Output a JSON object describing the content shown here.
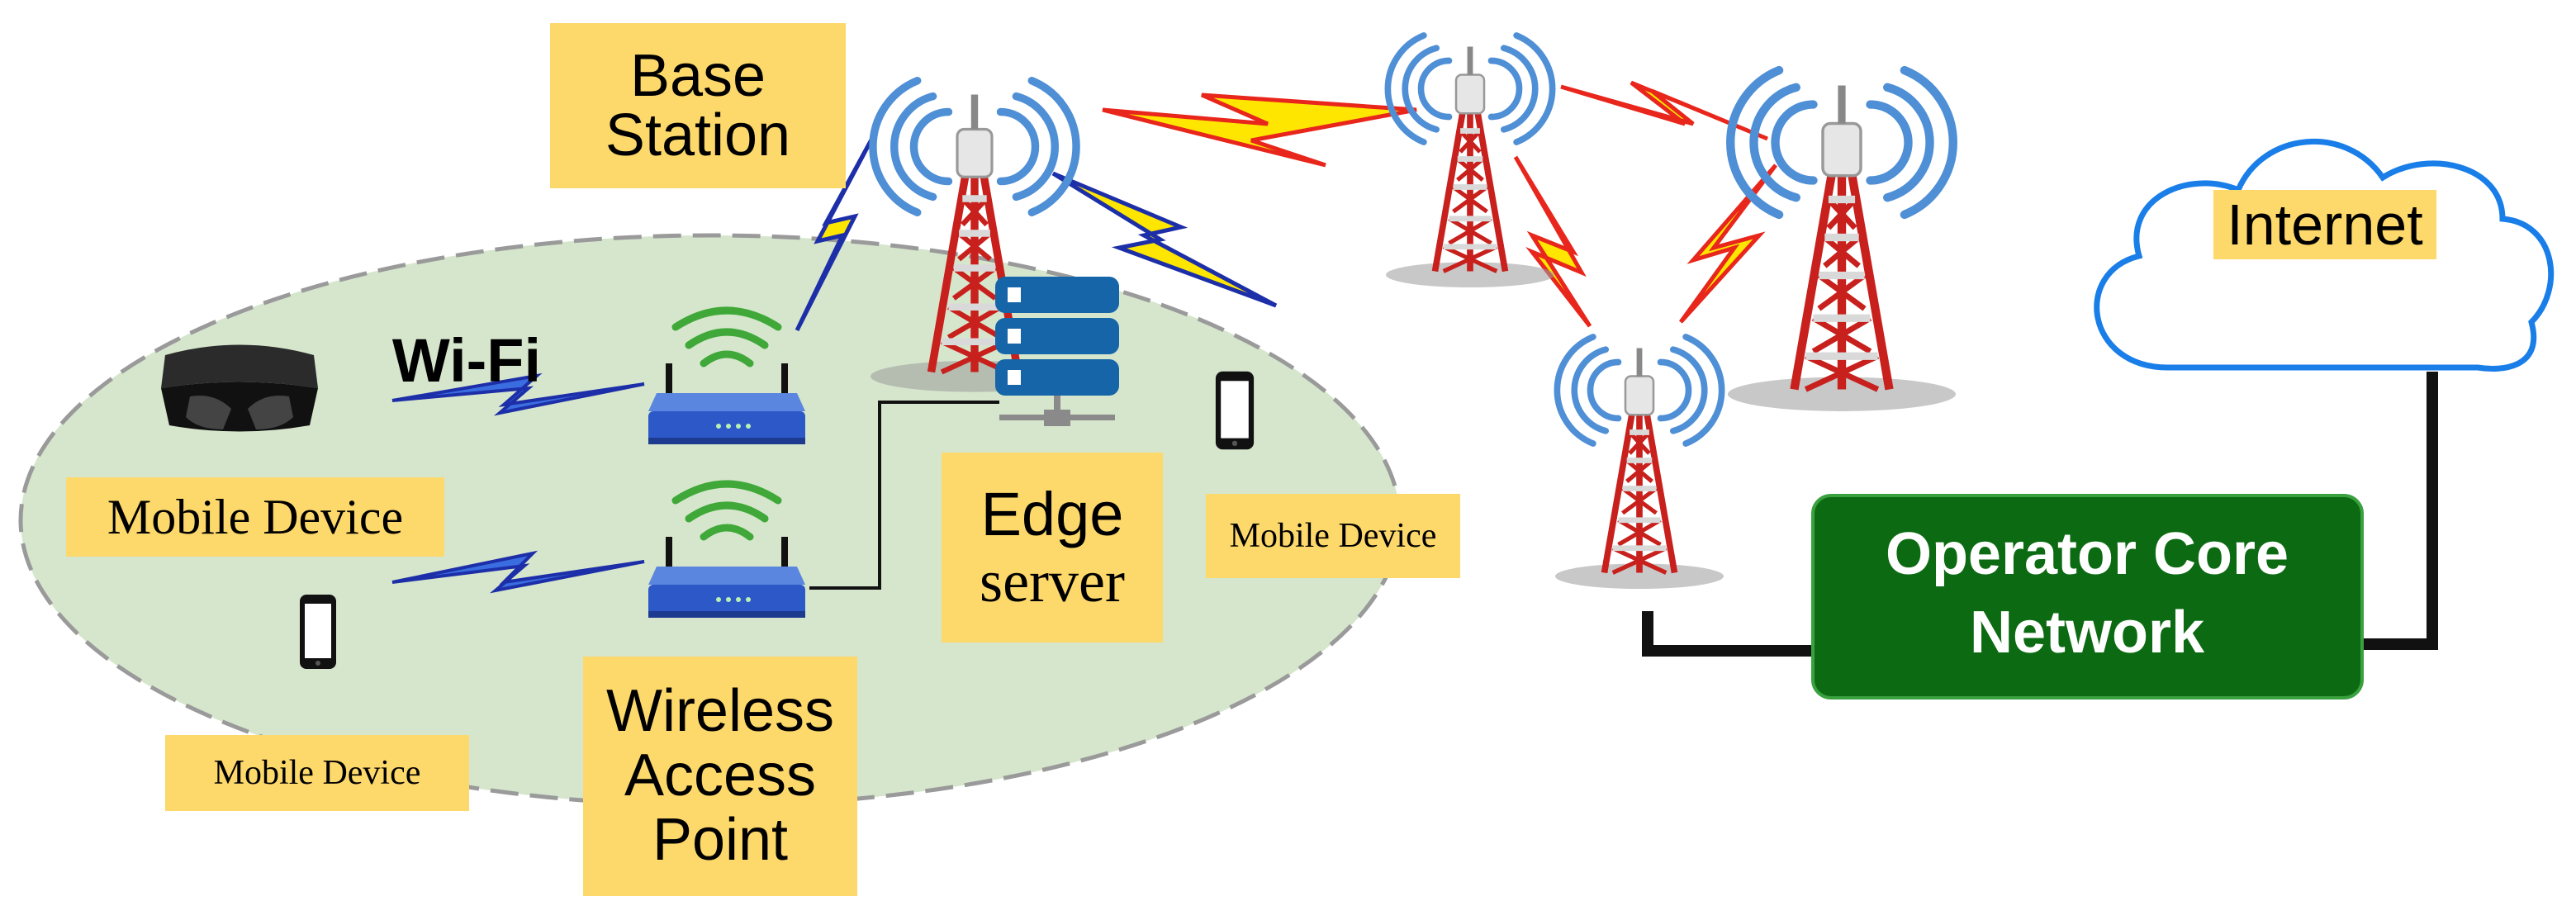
{
  "labels": {
    "base_station_1": "Base",
    "base_station_2": "Station",
    "wifi": "Wi-Fi",
    "mobile_device_left": "Mobile Device",
    "mobile_device_bottom": "Mobile Device",
    "mobile_device_right": "Mobile Device",
    "edge_1": "Edge",
    "edge_2": "server",
    "wap_1": "Wireless",
    "wap_2": "Access",
    "wap_3": "Point",
    "internet": "Internet",
    "core_1": "Operator Core",
    "core_2": "Network"
  },
  "colors": {
    "label_bg": "#fdd86a",
    "area_fill": "#d6e6cd",
    "core_green": "#0c6b12",
    "cloud_stroke": "#1a7ee8",
    "tower_red": "#c8201c",
    "bolt_yellow": "#ffe600",
    "bolt_red": "#e8261c",
    "bolt_blue": "#1d2fa8",
    "server_blue": "#1565a8",
    "router_blue": "#2c58c8",
    "signal_green": "#3fa838",
    "wave_blue": "#4f8fd6"
  },
  "icons": [
    "vr-headset-icon",
    "smartphone-icon",
    "router-icon",
    "server-icon",
    "cell-tower-icon",
    "cloud-icon",
    "lightning-bolt-icon"
  ]
}
